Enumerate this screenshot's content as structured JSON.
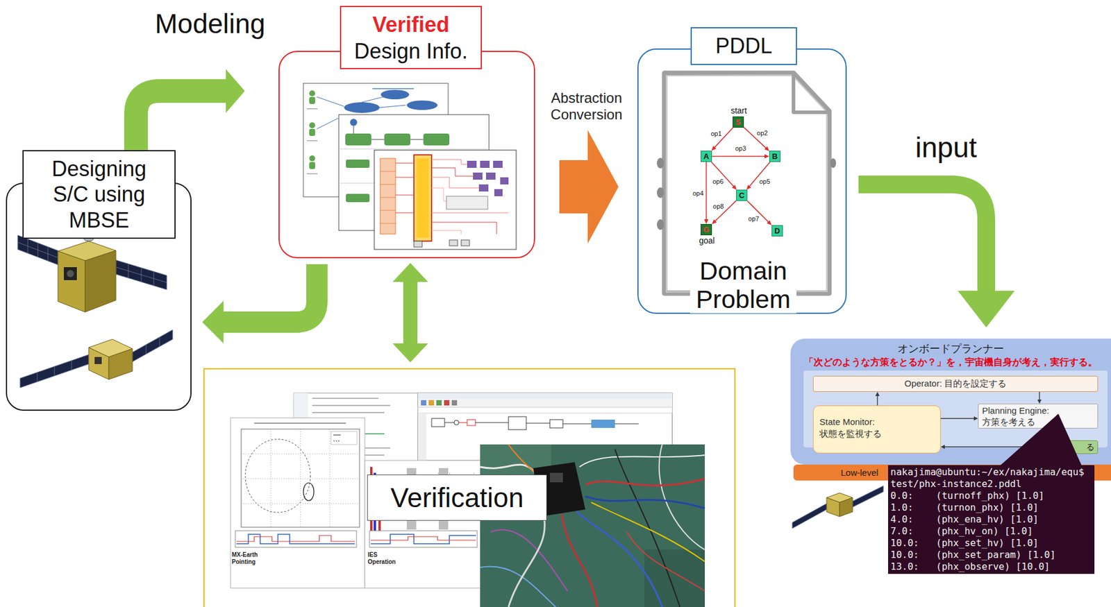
{
  "diagram": {
    "nodes": [
      {
        "text": [
          "Designing S/C using MBSE"
        ]
      },
      {
        "text": [
          "Verified",
          "Design Info."
        ]
      },
      {
        "text": [
          "PDDL",
          "Domain Problem"
        ]
      },
      {
        "text": [
          "start",
          "S"
        ],
        "in": 2
      },
      {
        "text": [
          "A"
        ],
        "in": 2
      },
      {
        "text": [
          "B"
        ],
        "in": 2
      },
      {
        "text": [
          "C"
        ],
        "in": 2
      },
      {
        "text": [
          "D"
        ],
        "in": 2
      },
      {
        "text": [
          "G",
          "goal"
        ],
        "in": 2
      },
      {
        "text": [
          "オンボードプランナー",
          "「次どのような方策をとるか？」を，宇宙機自身が考え，実行する。"
        ]
      },
      {
        "text": [
          "Operator: 目的を設定する"
        ],
        "in": 9
      },
      {
        "text": [
          "State Monitor: 状態を監視する"
        ],
        "in": 9
      },
      {
        "text": [
          "Planning Engine: 方策を考える"
        ],
        "in": 9
      },
      {
        "text": [
          "る"
        ],
        "in": 9
      },
      {
        "text": [
          "Low-level"
        ]
      },
      {
        "text": [
          "nakajima@ubuntu:~/ex/nakajima/equ$",
          "test/phx-instance2.pddl",
          "0.0:    (turnoff_phx) [1.0]",
          "1.0:    (turnon_phx) [1.0]",
          "4.0:    (phx_ena_hv) [1.0]",
          "7.0:    (phx_hv_on) [1.0]",
          "10.0:   (phx_set_hv) [1.0]",
          "10.0:   (phx_set_param) [1.0]",
          "13.0:   (phx_observe) [10.0]"
        ]
      },
      {
        "text": [
          "Verification"
        ]
      }
    ],
    "edges": [
      {
        "from": 0,
        "to": 1,
        "arrow": "to",
        "label": "Modeling"
      },
      {
        "from": 1,
        "to": 0,
        "arrow": "to"
      },
      {
        "from": 1,
        "to": 16,
        "arrow": "both"
      },
      {
        "from": 1,
        "to": 2,
        "arrow": "to",
        "label": "Abstraction Conversion"
      },
      {
        "from": 2,
        "to": 9,
        "arrow": "to",
        "label": "input"
      },
      {
        "from": 3,
        "to": 4,
        "arrow": "to",
        "label": "op1"
      },
      {
        "from": 3,
        "to": 5,
        "arrow": "to",
        "label": "op2"
      },
      {
        "from": 4,
        "to": 5,
        "arrow": "to",
        "label": "op3"
      },
      {
        "from": 4,
        "to": 8,
        "arrow": "to",
        "label": "op4"
      },
      {
        "from": 5,
        "to": 6,
        "arrow": "to",
        "label": "op5"
      },
      {
        "from": 4,
        "to": 6,
        "arrow": "to",
        "label": "op6"
      },
      {
        "from": 6,
        "to": 7,
        "arrow": "to",
        "label": "op7"
      },
      {
        "from": 6,
        "to": 8,
        "arrow": "to",
        "label": "op8"
      },
      {
        "from": 11,
        "to": 10,
        "arrow": "to"
      },
      {
        "from": 10,
        "to": 12,
        "arrow": "to"
      },
      {
        "from": 11,
        "to": 12,
        "arrow": "to"
      },
      {
        "from": 13,
        "to": 11,
        "arrow": "to"
      }
    ],
    "labels": [
      "MX-Earth Pointing",
      "IES Operation"
    ]
  }
}
